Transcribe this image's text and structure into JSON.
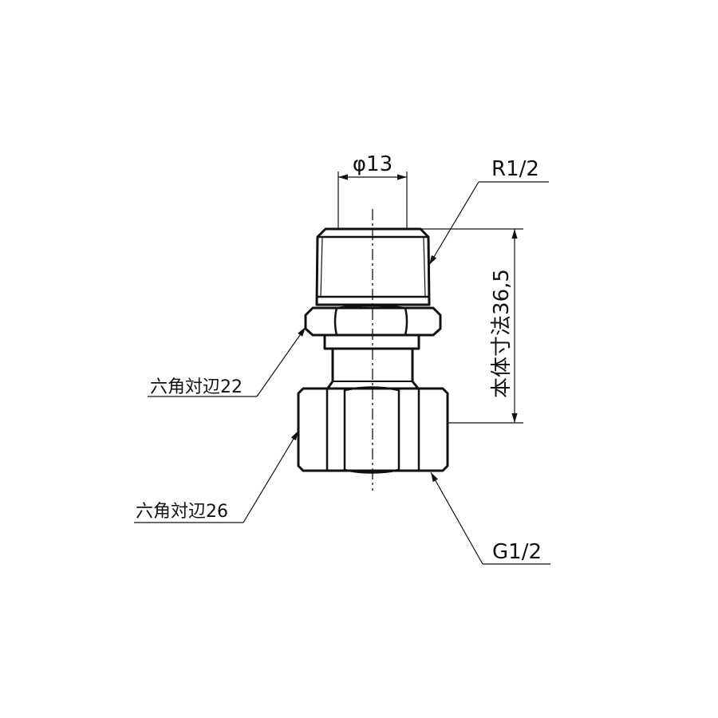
{
  "labels": {
    "diameter": "φ13",
    "thread_top": "R1/2",
    "height": "本体寸法36,5",
    "hex_small": "六角対辺22",
    "hex_large": "六角対辺26",
    "thread_bottom": "G1/2"
  }
}
